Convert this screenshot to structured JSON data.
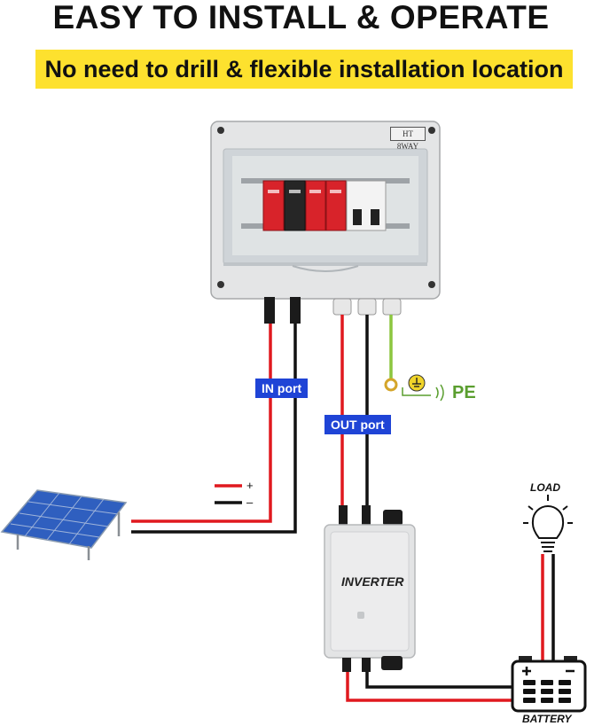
{
  "header": {
    "title": "EASY TO INSTALL & OPERATE",
    "subtitle": "No need to drill & flexible installation location"
  },
  "box": {
    "tag": "HT 8WAY"
  },
  "labels": {
    "in_port": "IN port",
    "out_port": "OUT port",
    "pe": "PE",
    "inverter": "INVERTER",
    "load": "LOAD",
    "battery": "BATTERY",
    "plus": "+",
    "minus": "–"
  },
  "colors": {
    "banner": "#fde12e",
    "port_label_bg": "#1f44d6",
    "wire_positive": "#e0191f",
    "wire_negative": "#111111",
    "wire_ground": "#8cc63f",
    "pe_text": "#5a9e2f",
    "breaker_red": "#d8232a"
  },
  "icons": [
    "solar-panel-icon",
    "lightbulb-icon",
    "battery-icon",
    "ground-icon",
    "signal-icon"
  ]
}
